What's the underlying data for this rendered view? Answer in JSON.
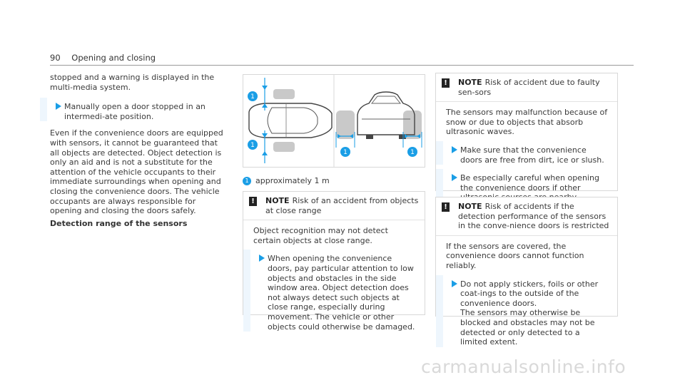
{
  "header": {
    "page_number": "90",
    "section": "Opening and closing"
  },
  "col1": {
    "intro": "stopped and a warning is displayed in the multi-media system.",
    "step1": "Manually open a door stopped in an intermedi-ate position.",
    "body": "Even if the convenience doors are equipped with sensors, it cannot be guaranteed that all objects are detected. Object detection is only an aid and is not a substitute for the attention of the vehicle occupants to their immediate surroundings when opening and closing the convenience doors. The vehicle occupants are always responsible for opening and closing the doors safely.",
    "heading": "Detection range of the sensors"
  },
  "figure": {
    "callout": "1",
    "caption": "approximately 1 m"
  },
  "note1": {
    "label": "NOTE",
    "title": "Risk of an accident from objects at close range",
    "body": "Object recognition may not detect certain objects at close range.",
    "step": "When opening the convenience doors, pay particular attention to low objects and obstacles in the side window area. Object detection does not always detect such objects at close range, especially during movement. The vehicle or other objects could otherwise be damaged."
  },
  "note2": {
    "label": "NOTE",
    "title": "Risk of accident due to faulty sen-sors",
    "body": "The sensors may malfunction because of snow or due to objects that absorb ultrasonic waves.",
    "step1": "Make sure that the convenience doors are free from dirt, ice or slush.",
    "step2": "Be especially careful when opening the convenience doors if other ultrasonic sources are nearby."
  },
  "note3": {
    "label": "NOTE",
    "title": "Risk of accidents if the detection performance of the sensors in the conve-nience doors is restricted",
    "body": "If the sensors are covered, the convenience doors cannot function reliably.",
    "step": "Do not apply stickers, foils or other coat-ings to the outside of the convenience doors.",
    "step_cont": "The sensors may otherwise be blocked and obstacles may not be detected or only detected to a limited extent."
  },
  "watermark": "carmanualsonline.info",
  "colors": {
    "accent": "#1a9ee6",
    "zone": "#c9c9c9"
  }
}
